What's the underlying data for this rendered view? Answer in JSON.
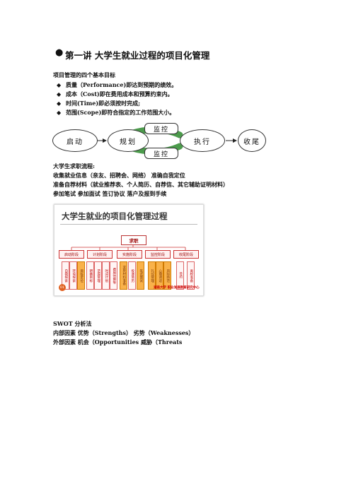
{
  "title": "第一讲  大学生就业过程的项目化管理",
  "goals_heading": "项目管理的四个基本目标",
  "goals": [
    "质量（Performance)即达到预期的绩效。",
    "成本（Cost)即在费用成本和预算约束内。",
    "时间(Time)即必须按时完成;",
    "范围(Scope)即符合指定的工作范围大小。"
  ],
  "flow": {
    "start": "启动",
    "plan": "规划",
    "monitor_top": "监控",
    "monitor_bottom": "监控",
    "execute": "执行",
    "close": "收尾"
  },
  "process_heading": "大学生求职流程:",
  "process_lines": [
    "收集就业信息（亲友、招聘会、网络）     准确自我定位",
    "准备自荐材料（就业推荐表、个人简历、自荐信、其它辅助证明材料）",
    "参加笔试      参加面试         签订协议         落户及报到手续"
  ],
  "card": {
    "title": "大学生就业的项目化管理过程",
    "root": "求职",
    "stages": [
      "启动阶段",
      "计划阶段",
      "实施阶段",
      "监控阶段",
      "收尾阶段"
    ],
    "leaves": [
      "自我探索",
      "环境探索",
      "目标定位",
      "明确目标",
      "范围管理",
      "时间计划",
      "费用估算等",
      "求职材料准备",
      "投递简历",
      "笔试面试",
      "礼仪管理",
      "心理调适",
      "风险防范",
      "签约",
      "离校准备"
    ],
    "badge": "01",
    "watermark": "湖南大学 职业发展教育研究中心"
  },
  "swot_heading": "SWOT 分析法",
  "swot_internal": "内部因素   优势（Strengths）    劣势（Weaknesses）",
  "swot_external": "外部因素   机会（Opportunities    威胁（Threats"
}
